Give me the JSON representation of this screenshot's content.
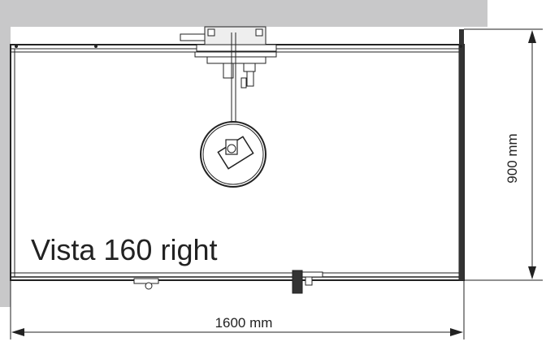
{
  "diagram": {
    "title": "Vista 160 right",
    "width_label": "1600 mm",
    "depth_label": "900 mm"
  },
  "colors": {
    "wall": "#c8c8c9",
    "line": "#222222",
    "background": "#ffffff"
  }
}
